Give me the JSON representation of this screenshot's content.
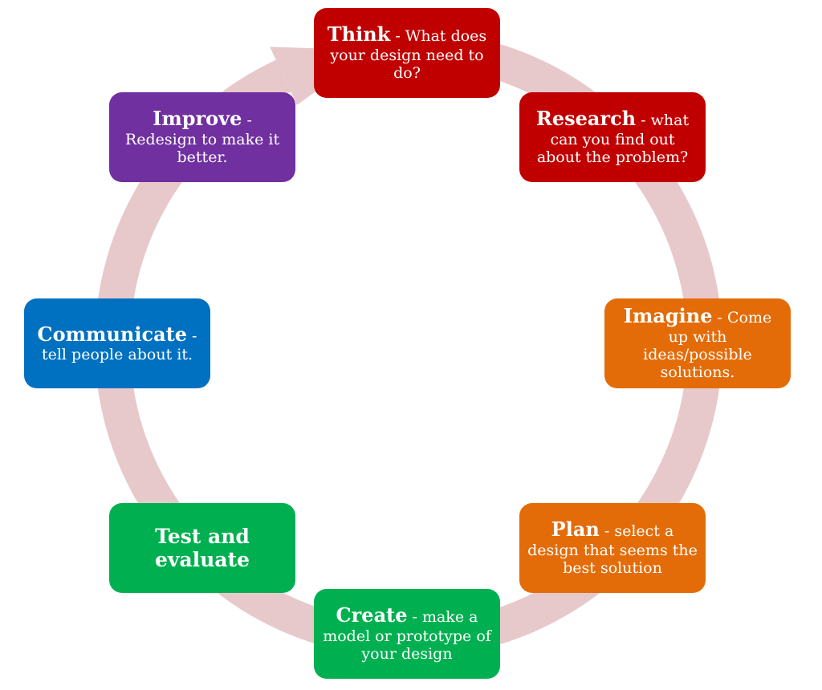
{
  "cycle": {
    "ring_color": "#e7c9cb",
    "steps": [
      {
        "key": "think",
        "title": "Think",
        "desc": " - What does your design need to do?",
        "color": "#c00000"
      },
      {
        "key": "research",
        "title": "Research",
        "desc": "  - what can you find out about the problem?",
        "color": "#c00000"
      },
      {
        "key": "imagine",
        "title": "Imagine",
        "desc": " - Come up with ideas/possible solutions.",
        "color": "#e36c09"
      },
      {
        "key": "plan",
        "title": "Plan",
        "desc": " - select a design that seems the best solution",
        "color": "#e36c09"
      },
      {
        "key": "create",
        "title": "Create",
        "desc": " - make a model or prototype of your design",
        "color": "#00b050"
      },
      {
        "key": "test",
        "title": "Test and evaluate",
        "desc": "",
        "color": "#00b050"
      },
      {
        "key": "communicate",
        "title": "Communicate",
        "desc": " - tell people about it.",
        "color": "#0070c0"
      },
      {
        "key": "improve",
        "title": "Improve",
        "desc": " - Redesign to make it better.",
        "color": "#7030a0"
      }
    ]
  }
}
